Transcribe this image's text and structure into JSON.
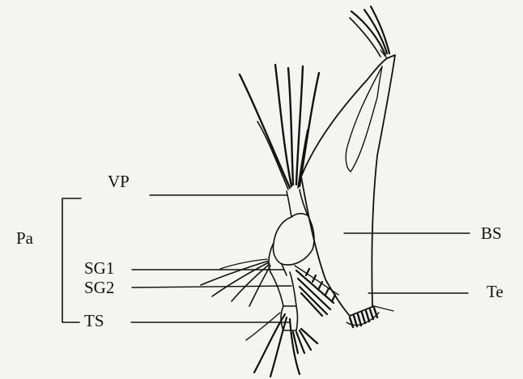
{
  "labels": {
    "vp": "VP",
    "pa": "Pa",
    "sg1": "SG1",
    "sg2": "SG2",
    "ts": "TS",
    "bs": "BS",
    "te": "Te"
  },
  "colors": {
    "ink": "#111111",
    "paper": "#f4f4f2"
  }
}
